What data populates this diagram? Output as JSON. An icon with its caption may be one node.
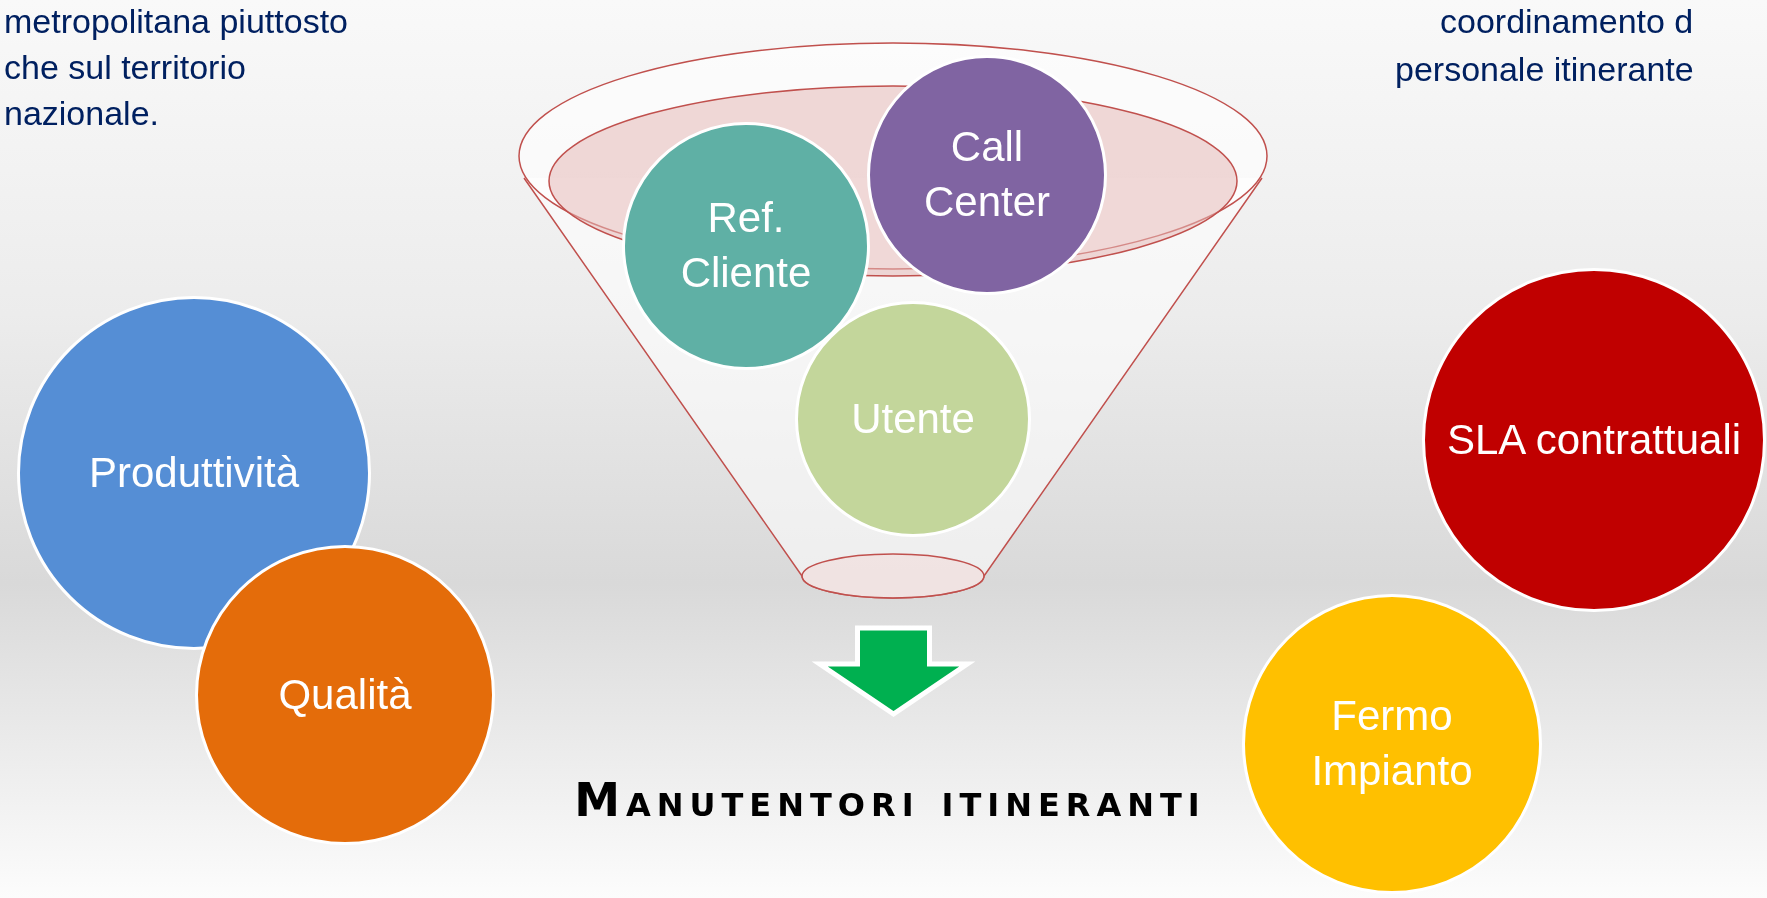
{
  "diagram": {
    "nodes": [
      {
        "text": [
          "Produttività"
        ]
      },
      {
        "text": [
          "Qualità"
        ]
      },
      {
        "text": [],
        "shape": "funnel"
      },
      {
        "text": [
          "Ref. Cliente"
        ]
      },
      {
        "text": [
          "Call Center"
        ]
      },
      {
        "text": [
          "Utente"
        ],
        "in": 2
      },
      {
        "text": [
          "Manutentori itineranti"
        ]
      },
      {
        "text": [
          "SLA contrattuali"
        ]
      },
      {
        "text": [
          "Fermo Impianto"
        ]
      }
    ],
    "edges": [
      {
        "from": 2,
        "to": 6,
        "arrow": "to",
        "style": "thick",
        "color": "#00b050"
      }
    ],
    "labels": [
      "metropolitana piuttosto",
      "che sul territorio",
      "nazionale.",
      "coordinamento d",
      "personale itinerante"
    ]
  }
}
